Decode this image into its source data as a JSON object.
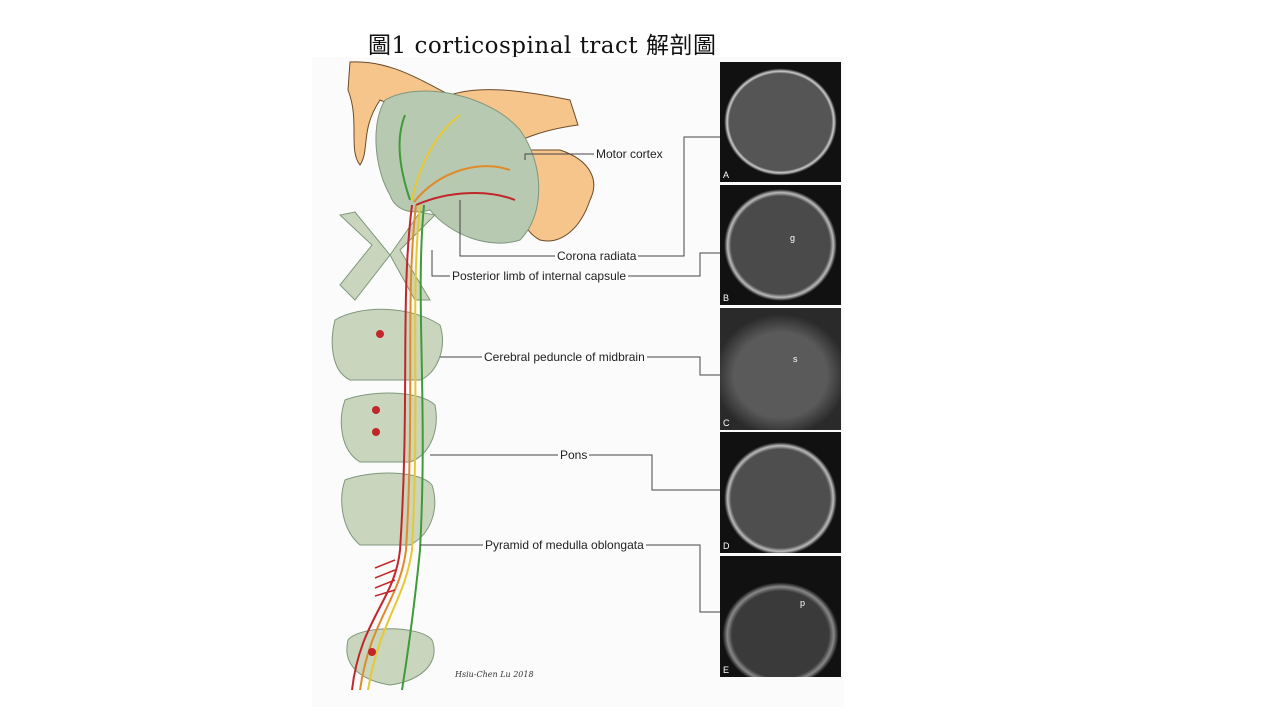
{
  "slide": {
    "title": "圖1 corticospinal tract 解剖圖"
  },
  "figure": {
    "labels": {
      "motor_cortex": "Motor cortex",
      "corona_radiata": "Corona radiata",
      "posterior_limb": "Posterior limb of internal capsule",
      "cerebral_peduncle": "Cerebral peduncle of midbrain",
      "pons": "Pons",
      "pyramid": "Pyramid of medulla oblongata"
    },
    "mri_panels": [
      {
        "letter": "A",
        "marks": []
      },
      {
        "letter": "B",
        "marks": [
          "g"
        ]
      },
      {
        "letter": "C",
        "marks": [
          "s"
        ]
      },
      {
        "letter": "D",
        "marks": []
      },
      {
        "letter": "E",
        "marks": [
          "p"
        ]
      }
    ],
    "signature": "Hsiu-Chen Lu 2018",
    "colors": {
      "tract_red": "#c0262a",
      "tract_yellow": "#e8c832",
      "tract_green": "#3f9a3a",
      "tissue": "#c9d6bd",
      "homunculus": "#f6c58c"
    }
  }
}
